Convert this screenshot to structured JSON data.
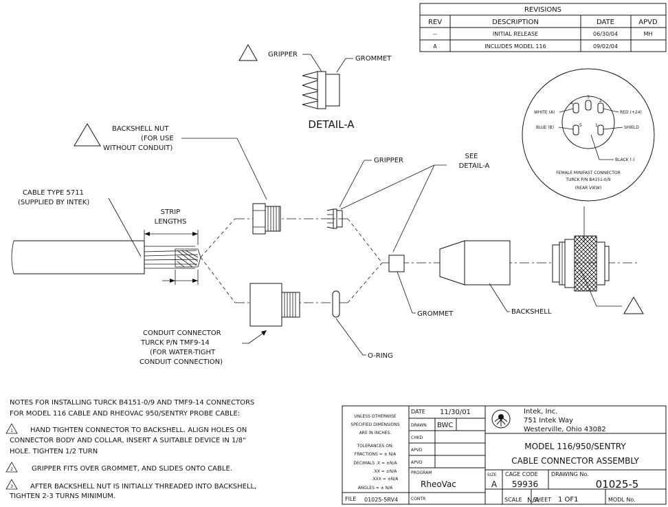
{
  "revisions": {
    "title": "REVISIONS",
    "headers": [
      "REV",
      "DESCRIPTION",
      "DATE",
      "APVD"
    ],
    "rows": [
      [
        "--",
        "INITIAL RELEASE",
        "06/30/04",
        "MH"
      ],
      [
        "A",
        "INCLUDES MODEL 116",
        "09/02/04",
        ""
      ]
    ]
  },
  "detail_a": {
    "gripper": "GRIPPER",
    "grommet": "GROMMET",
    "title": "DETAIL-A"
  },
  "labels": {
    "backshell_nut": [
      "BACKSHELL NUT",
      "(FOR USE",
      "WITHOUT CONDUIT)"
    ],
    "cable": [
      "CABLE   TYPE 5711",
      "(SUPPLIED BY INTEK)"
    ],
    "strip": [
      "STRIP",
      "LENGTHS"
    ],
    "gripper": "GRIPPER",
    "see_detail": [
      "SEE",
      "DETAIL-A"
    ],
    "grommet": "GROMMET",
    "backshell": "BACKSHELL",
    "conduit": [
      "CONDUIT CONNECTOR",
      "TURCK P/N TMF9-14",
      "(FOR WATER-TIGHT",
      "CONDUIT CONNECTION)"
    ],
    "oring": "O-RING"
  },
  "pinout": {
    "pins": [
      "1",
      "2",
      "3",
      "4",
      "5"
    ],
    "white": "WHITE (A)",
    "blue": "BLUE (B)",
    "red": "RED (+24)",
    "shield": "SHIELD",
    "black": "BLACK (-)",
    "caption": [
      "FEMALE MINIFAST CONNECTOR",
      "TURCK P/N B4151-0/9",
      "(REAR VIEW)"
    ]
  },
  "notes": {
    "heading": [
      "NOTES FOR INSTALLING TURCK B4151-0/9 AND TMF9-14 CONNECTORS",
      "FOR MODEL 116 CABLE AND RHEOVAC 950/SENTRY PROBE CABLE:"
    ],
    "n1": [
      "HAND TIGHTEN CONNECTOR TO BACKSHELL. ALIGN HOLES ON",
      "CONNECTOR BODY AND  COLLAR, INSERT A SUITABLE DEVICE IN 1/8\"",
      "HOLE. TIGHTEN 1/2 TURN"
    ],
    "n2": [
      "GRIPPER FITS OVER GROMMET, AND SLIDES  ONTO CABLE."
    ],
    "n3": [
      "AFTER BACKSHELL NUT IS INITIALLY THREADED INTO BACKSHELL,",
      "TIGHTEN 2-3 TURNS MINIMUM."
    ],
    "markers": [
      "1",
      "2",
      "3"
    ]
  },
  "titleblock": {
    "tol": [
      "UNLESS OTHERWISE",
      "SPECIFIED DIMENSIONS",
      "ARE IN INCHES.",
      "TOLERANCES ON:",
      "FRACTIONS = ± N/A",
      "DECIMALS .X = ±N/A",
      ".XX = ±N/A",
      ".XXX = ±N/A",
      "ANGLES = ± N/A"
    ],
    "date_label": "DATE",
    "date": "11/30/01",
    "drawn_label": "DRAWN",
    "drawn": "BWC",
    "chkd_label": "CHKD",
    "apvd_label": "APVD",
    "program_label": "PROGRAM",
    "program": "RheoVac",
    "company": [
      "Intek, Inc.",
      "751 Intek Way",
      "Westerville, Ohio  43082"
    ],
    "title": [
      "MODEL 116/950/SENTRY",
      "CABLE CONNECTOR ASSEMBLY"
    ],
    "size_label": "SIZE",
    "size": "A",
    "cage_label": "CAGE CODE",
    "cage": "59936",
    "dwg_label": "DRAWING No.",
    "dwg": "01025-5",
    "file_label": "FILE",
    "file": "01025-5RV4",
    "contr_label": "CONTR",
    "scale_label": "SCALE",
    "scale": "N/A",
    "sheet_label": "SHEET",
    "sheet": "1 OF1",
    "mod_label": "MODL No."
  }
}
